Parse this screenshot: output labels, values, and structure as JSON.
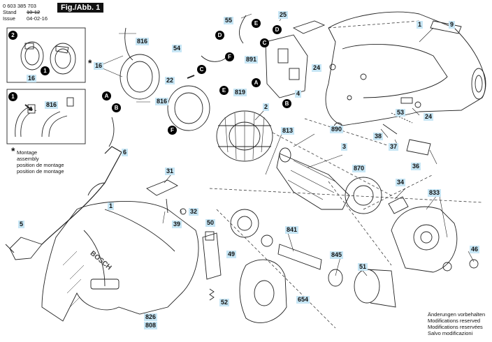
{
  "header": {
    "part_number": "0 603 385 703",
    "stand_label": "Stand",
    "stand_value": "10-12",
    "issue_label": "Issue",
    "issue_value": "04-02-16",
    "figure_label": "Fig./Abb. 1"
  },
  "footer_note": {
    "de": "Änderungen vorbehalten",
    "en": "Modifications reserved",
    "fr": "Modifications reservées",
    "it": "Salvo modificazioni"
  },
  "montage": {
    "star": "*",
    "line1": "Montage",
    "line2": "assembly",
    "line3": "position de montage",
    "line4": "position de montage"
  },
  "parts": {
    "p1a": "1",
    "p1b": "1",
    "p2": "2",
    "p3": "3",
    "p4": "4",
    "p5": "5",
    "p6": "6",
    "p9": "9",
    "p16a": "16",
    "p16b": "16",
    "p22": "22",
    "p24a": "24",
    "p24b": "24",
    "p25": "25",
    "p31": "31",
    "p32": "32",
    "p34": "34",
    "p36": "36",
    "p37": "37",
    "p38": "38",
    "p39": "39",
    "p46": "46",
    "p49": "49",
    "p50": "50",
    "p51": "51",
    "p52": "52",
    "p53": "53",
    "p54": "54",
    "p55": "55",
    "p654": "654",
    "p808": "808",
    "p813": "813",
    "p816a": "816",
    "p816b": "816",
    "p816c": "816",
    "p819": "819",
    "p826": "826",
    "p833": "833",
    "p841": "841",
    "p845": "845",
    "p870": "870",
    "p890": "890",
    "p891": "891"
  },
  "markers": {
    "a1": "A",
    "a2": "A",
    "b1": "B",
    "b2": "B",
    "c1": "C",
    "c2": "C",
    "d1": "D",
    "d2": "D",
    "e1": "E",
    "e2": "E",
    "f1": "F",
    "f2": "F",
    "n1a": "1",
    "n1b": "1",
    "n2": "2"
  },
  "brand": "BOSCH",
  "colors": {
    "label_bg": "#c7e6f5",
    "line": "#222222",
    "badge": "#000000"
  }
}
